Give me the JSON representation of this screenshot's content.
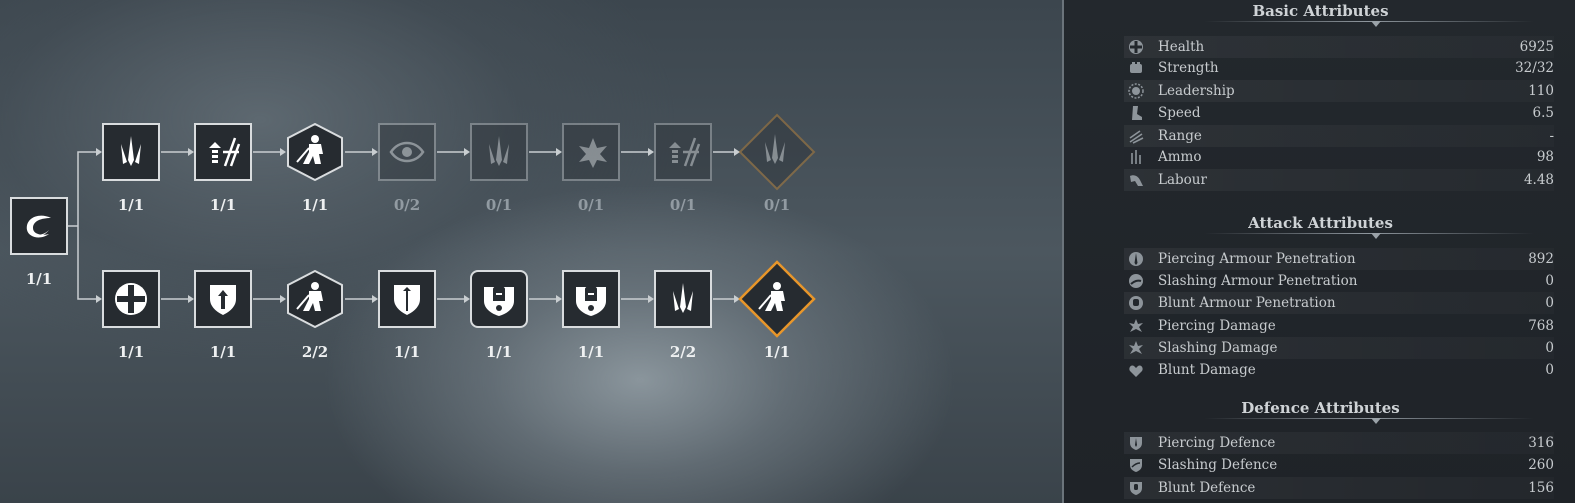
{
  "root": {
    "label": "1/1",
    "icon": "crescent-slash-icon"
  },
  "top_row": [
    {
      "icon": "triple-spike-icon",
      "label": "1/1",
      "state": "active",
      "shape": "square"
    },
    {
      "icon": "arrows-up-icon",
      "label": "1/1",
      "state": "active",
      "shape": "square"
    },
    {
      "icon": "knight-lunge-icon",
      "label": "1/1",
      "state": "active",
      "shape": "hexagon"
    },
    {
      "icon": "eye-icon",
      "label": "0/2",
      "state": "locked",
      "shape": "square"
    },
    {
      "icon": "triple-spike-icon",
      "label": "0/1",
      "state": "locked",
      "shape": "square"
    },
    {
      "icon": "burst-arrow-icon",
      "label": "0/1",
      "state": "locked",
      "shape": "square"
    },
    {
      "icon": "arrows-up-icon",
      "label": "0/1",
      "state": "locked",
      "shape": "square"
    },
    {
      "icon": "triple-spike-icon",
      "label": "0/1",
      "state": "locked",
      "shape": "diamond"
    }
  ],
  "bottom_row": [
    {
      "icon": "health-cross-icon",
      "label": "1/1",
      "state": "active",
      "shape": "square"
    },
    {
      "icon": "shield-up-icon",
      "label": "1/1",
      "state": "active",
      "shape": "square"
    },
    {
      "icon": "knight-lunge-icon",
      "label": "2/2",
      "state": "active",
      "shape": "hexagon"
    },
    {
      "icon": "shield-arrow-icon",
      "label": "1/1",
      "state": "active",
      "shape": "square"
    },
    {
      "icon": "helmet-shield-icon",
      "label": "1/1",
      "state": "active",
      "shape": "rounded"
    },
    {
      "icon": "helmet-shield-icon",
      "label": "1/1",
      "state": "active",
      "shape": "square"
    },
    {
      "icon": "triple-spike-icon",
      "label": "2/2",
      "state": "active",
      "shape": "square"
    },
    {
      "icon": "knight-lunge-icon",
      "label": "1/1",
      "state": "active",
      "shape": "diamond"
    }
  ],
  "colors": {
    "accent": "#e8962a",
    "node_bg": "#262b30",
    "node_border": "#d9dcde",
    "panel_bg": "#22272c"
  },
  "panel": {
    "basic": {
      "title": "Basic Attributes",
      "rows": [
        {
          "icon": "health-cross-icon",
          "label": "Health",
          "value": "6925"
        },
        {
          "icon": "strength-fist-icon",
          "label": "Strength",
          "value": "32/32"
        },
        {
          "icon": "leadership-sun-icon",
          "label": "Leadership",
          "value": "110"
        },
        {
          "icon": "speed-boot-icon",
          "label": "Speed",
          "value": "6.5"
        },
        {
          "icon": "range-arrows-icon",
          "label": "Range",
          "value": "-"
        },
        {
          "icon": "ammo-bars-icon",
          "label": "Ammo",
          "value": "98"
        },
        {
          "icon": "labour-icon",
          "label": "Labour",
          "value": "4.48"
        }
      ]
    },
    "attack": {
      "title": "Attack Attributes",
      "rows": [
        {
          "icon": "piercing-pen-icon",
          "label": "Piercing Armour Penetration",
          "value": "892"
        },
        {
          "icon": "slashing-pen-icon",
          "label": "Slashing Armour Penetration",
          "value": "0"
        },
        {
          "icon": "blunt-pen-icon",
          "label": "Blunt Armour Penetration",
          "value": "0"
        },
        {
          "icon": "piercing-damage-icon",
          "label": "Piercing Damage",
          "value": "768"
        },
        {
          "icon": "slashing-damage-icon",
          "label": "Slashing Damage",
          "value": "0"
        },
        {
          "icon": "blunt-damage-icon",
          "label": "Blunt Damage",
          "value": "0"
        }
      ]
    },
    "defence": {
      "title": "Defence Attributes",
      "rows": [
        {
          "icon": "piercing-defence-icon",
          "label": "Piercing Defence",
          "value": "316"
        },
        {
          "icon": "slashing-defence-icon",
          "label": "Slashing Defence",
          "value": "260"
        },
        {
          "icon": "blunt-defence-icon",
          "label": "Blunt Defence",
          "value": "156"
        }
      ]
    }
  }
}
